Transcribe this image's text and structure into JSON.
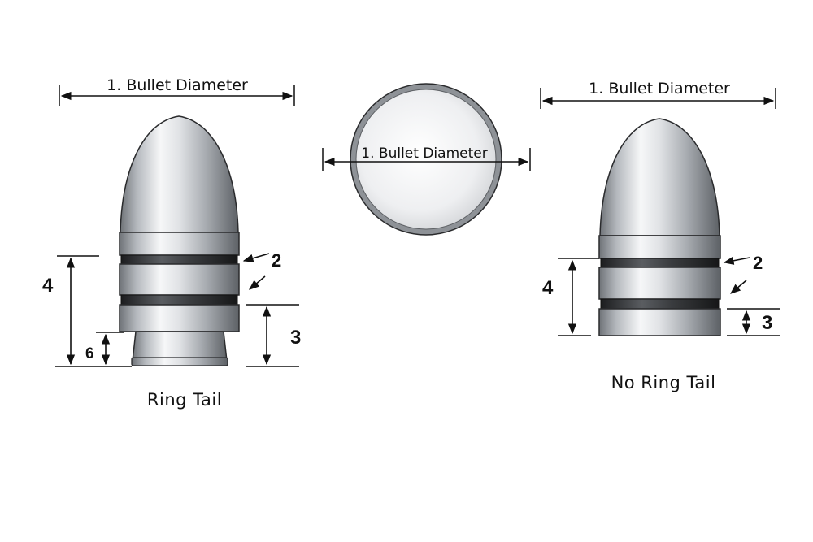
{
  "labels": {
    "bullet_diameter": "1. Bullet Diameter",
    "driving_band": "2",
    "base_band_length": "3",
    "body_length": "4",
    "tail_length": "6"
  },
  "captions": {
    "ring_tail": "Ring Tail",
    "no_ring_tail": "No Ring Tail"
  }
}
